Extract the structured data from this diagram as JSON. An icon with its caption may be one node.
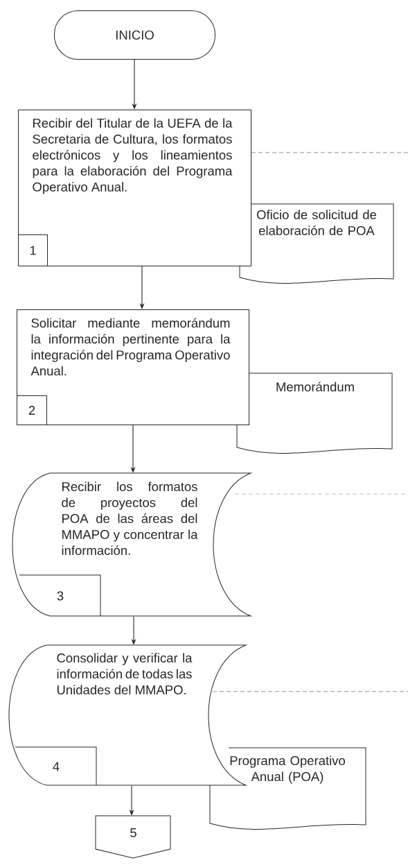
{
  "diagram": {
    "nodes": [
      {
        "text": [
          "INICIO"
        ]
      },
      {
        "text": [
          "Recibir del Titular de la UEFA de la Secretaria de Cultura, los formatos electrónicos y los lineamientos para la elaboración del Programa Operativo Anual."
        ]
      },
      {
        "text": [
          "1"
        ],
        "in": 1
      },
      {
        "text": [
          "Oficio de solicitud de elaboración de POA"
        ]
      },
      {
        "text": [
          "Solicitar mediante memorándum la información pertinente para la integración del Programa Operativo Anual."
        ]
      },
      {
        "text": [
          "2"
        ],
        "in": 4
      },
      {
        "text": [
          "Memorándum"
        ]
      },
      {
        "text": [
          "Recibir los formatos de proyectos del POA de las áreas del MMAPO y concentrar la información."
        ]
      },
      {
        "text": [
          "3"
        ],
        "in": 7
      },
      {
        "text": [
          "Consolidar y verificar la información de todas las Unidades del MMAPO."
        ]
      },
      {
        "text": [
          "4"
        ],
        "in": 9
      },
      {
        "text": [
          "Programa Operativo Anual (POA)"
        ]
      },
      {
        "text": [
          "5"
        ]
      }
    ],
    "edges": [
      {
        "from": 0,
        "to": 1,
        "arrow": "to"
      },
      {
        "from": 1,
        "to": null,
        "arrow": "none",
        "style": "dashed"
      },
      {
        "from": 1,
        "to": 4,
        "arrow": "to"
      },
      {
        "from": 4,
        "to": 7,
        "arrow": "to"
      },
      {
        "from": 7,
        "to": null,
        "arrow": "none",
        "style": "dashed"
      },
      {
        "from": 7,
        "to": 9,
        "arrow": "to"
      },
      {
        "from": 9,
        "to": null,
        "arrow": "none",
        "style": "dashed"
      },
      {
        "from": 9,
        "to": 12,
        "arrow": "to"
      }
    ]
  }
}
